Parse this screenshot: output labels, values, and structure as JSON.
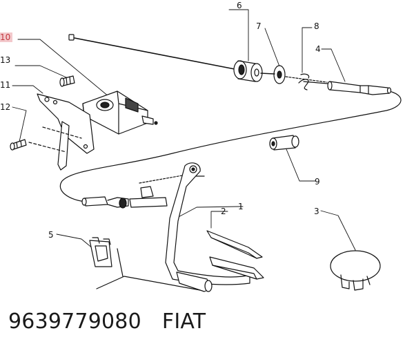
{
  "diagram": {
    "callouts": {
      "c1": "1",
      "c2": "2",
      "c3": "3",
      "c4": "4",
      "c5": "5",
      "c6": "6",
      "c7": "7",
      "c8": "8",
      "c9": "9",
      "c10": "10",
      "c11": "11",
      "c12": "12",
      "c13": "13"
    },
    "colors": {
      "line": "#111111",
      "highlight_box": "#f3c9cc",
      "highlight_text": "#c2383f"
    }
  },
  "caption": {
    "part_number": "9639779080",
    "brand": "FIAT"
  }
}
